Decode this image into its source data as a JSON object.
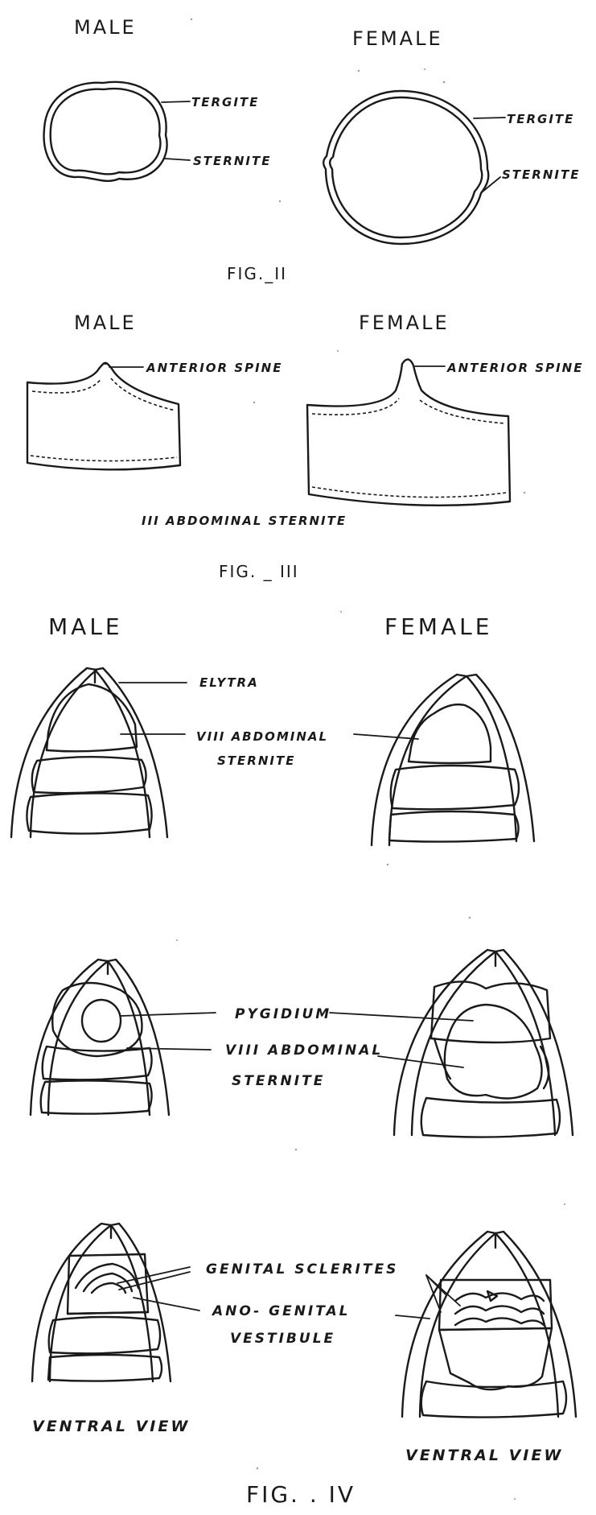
{
  "fig2": {
    "male_heading": "MALE",
    "female_heading": "FEMALE",
    "tergite_label": "TERGITE",
    "sternite_label": "STERNITE",
    "caption": "FIG._II"
  },
  "fig3": {
    "male_heading": "MALE",
    "female_heading": "FEMALE",
    "spine_label": "ANTERIOR SPINE",
    "subtitle": "III ABDOMINAL STERNITE",
    "caption": "FIG. _ III"
  },
  "fig4": {
    "male_heading": "MALE",
    "female_heading": "FEMALE",
    "elytra_label": "ELYTRA",
    "sternite_label_line1": "VIII ABDOMINAL",
    "sternite_label_line2": "STERNITE",
    "pygidium_label": "PYGIDIUM",
    "sternite2_label_line1": "VIII ABDOMINAL",
    "sternite2_label_line2": "STERNITE",
    "genital_sclerites_label": "GENITAL SCLERITES",
    "ano_genital_line1": "ANO- GENITAL",
    "ano_genital_line2": "VESTIBULE",
    "ventral_view_male": "VENTRAL VIEW",
    "ventral_view_female": "VENTRAL VIEW",
    "caption": "FIG. . IV"
  }
}
